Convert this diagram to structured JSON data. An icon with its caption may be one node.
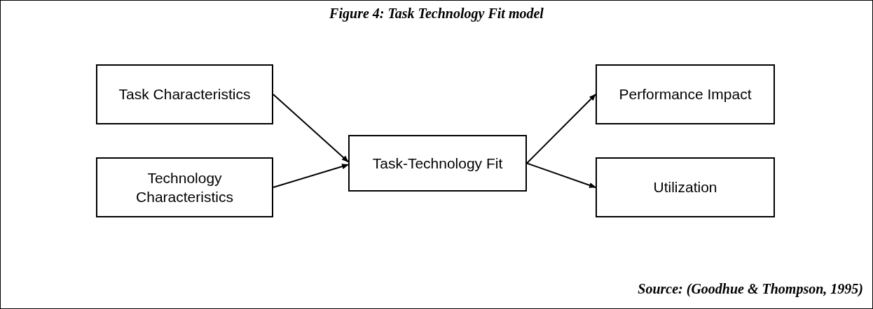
{
  "diagram": {
    "title": "Figure 4: Task Technology Fit model",
    "nodes": [
      {
        "text": [
          "Task Characteristics"
        ]
      },
      {
        "text": [
          "Technology Characteristics"
        ]
      },
      {
        "text": [
          "Task-Technology Fit"
        ]
      },
      {
        "text": [
          "Performance Impact"
        ]
      },
      {
        "text": [
          "Utilization"
        ]
      }
    ],
    "edges": [
      {
        "from": 0,
        "to": 2,
        "arrow": "to"
      },
      {
        "from": 1,
        "to": 2,
        "arrow": "to"
      },
      {
        "from": 2,
        "to": 3,
        "arrow": "to"
      },
      {
        "from": 2,
        "to": 4,
        "arrow": "to"
      }
    ],
    "caption": "Source: (Goodhue & Thompson, 1995)"
  }
}
